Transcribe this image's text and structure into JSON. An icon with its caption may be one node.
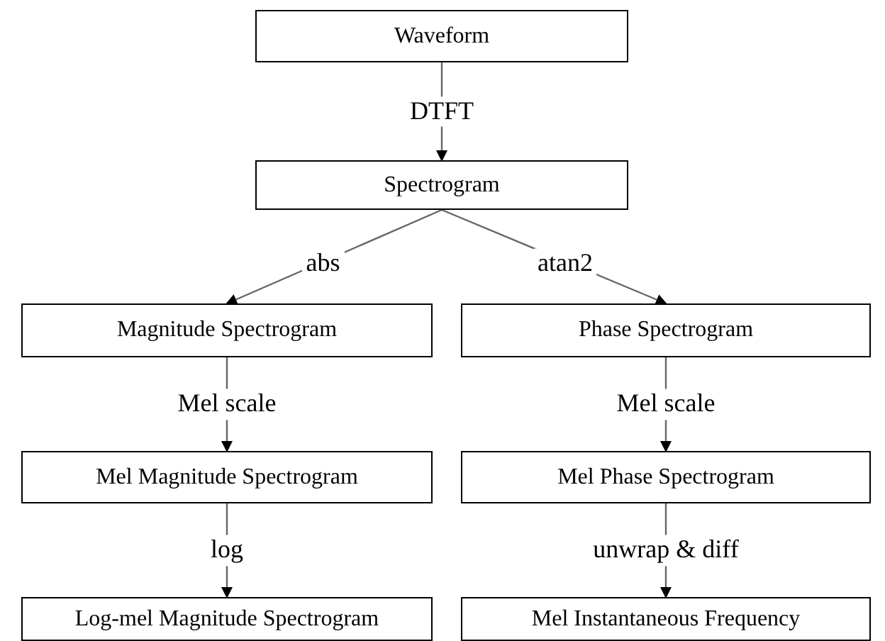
{
  "diagram": {
    "nodes": [
      {
        "text": [
          "Waveform"
        ]
      },
      {
        "text": [
          "Spectrogram"
        ]
      },
      {
        "text": [
          "Magnitude Spectrogram"
        ]
      },
      {
        "text": [
          "Phase Spectrogram"
        ]
      },
      {
        "text": [
          "Mel Magnitude Spectrogram"
        ]
      },
      {
        "text": [
          "Mel Phase Spectrogram"
        ]
      },
      {
        "text": [
          "Log-mel Magnitude Spectrogram"
        ]
      },
      {
        "text": [
          "Mel Instantaneous Frequency"
        ]
      }
    ],
    "edges": [
      {
        "from": 0,
        "to": 1,
        "arrow": "to",
        "label": "DTFT"
      },
      {
        "from": 1,
        "to": 2,
        "arrow": "to",
        "label": "abs"
      },
      {
        "from": 1,
        "to": 3,
        "arrow": "to",
        "label": "atan2"
      },
      {
        "from": 2,
        "to": 4,
        "arrow": "to",
        "label": "Mel scale"
      },
      {
        "from": 3,
        "to": 5,
        "arrow": "to",
        "label": "Mel scale"
      },
      {
        "from": 4,
        "to": 6,
        "arrow": "to",
        "label": "log"
      },
      {
        "from": 5,
        "to": 7,
        "arrow": "to",
        "label": "unwrap & diff"
      }
    ]
  }
}
